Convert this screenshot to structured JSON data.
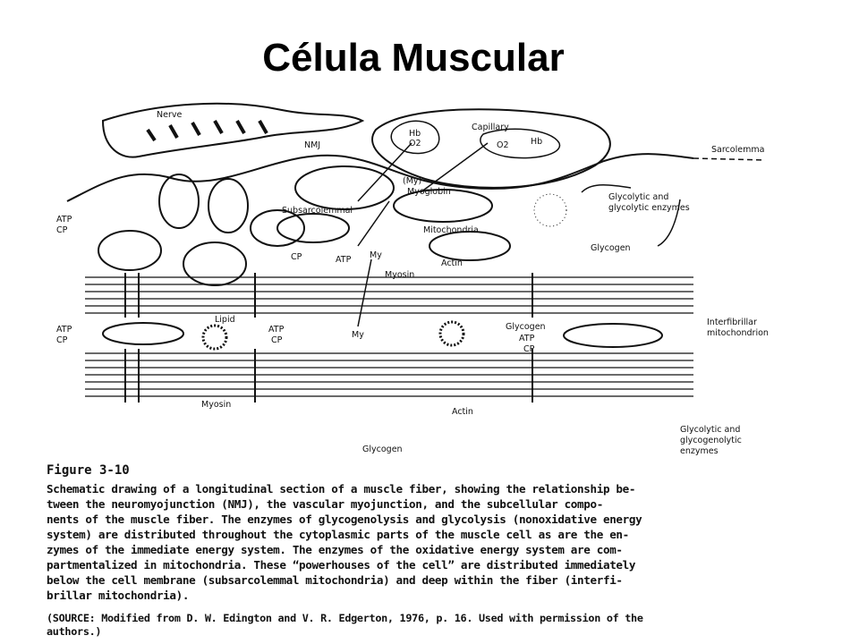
{
  "slide": {
    "title": "Célula Muscular"
  },
  "diagram": {
    "labels": {
      "nerve": "Nerve",
      "nmj": "NMJ",
      "capillary": "Capillary",
      "hb_left": "Hb",
      "o2_left": "O2",
      "o2_right": "O2",
      "hb_right": "Hb",
      "sarcolemma": "Sarcolemma",
      "my_paren": "(My)",
      "myoglobin": "Myoglobin",
      "glycolytic_top_1": "Glycolytic and",
      "glycolytic_top_2": "glycolytic enzymes",
      "atp_top_left": "ATP",
      "cp_top_left": "CP",
      "subsarcolemmal": "Subsarcolemmal",
      "mitochondria": "Mitochondria",
      "glycogen_right": "Glycogen",
      "cp_top": "CP",
      "atp_top": "ATP",
      "my_top": "My",
      "actin_top": "Actin",
      "myosin_top": "Myosin",
      "lipid": "Lipid",
      "atp_mid_left": "ATP",
      "cp_mid_left": "CP",
      "atp_mid": "ATP",
      "cp_mid": "CP",
      "my_mid": "My",
      "glycogen_mid": "Glycogen",
      "atp_mid_right": "ATP",
      "cp_mid_right": "CP",
      "interfibrillar_1": "Interfibrillar",
      "interfibrillar_2": "mitochondrion",
      "myosin_bottom": "Myosin",
      "actin_bottom": "Actin",
      "glycogen_bottom": "Glycogen",
      "glycolytic_bottom_1": "Glycolytic and",
      "glycolytic_bottom_2": "glycogenolytic",
      "glycolytic_bottom_3": "enzymes"
    }
  },
  "figure": {
    "heading": "Figure 3-10",
    "caption": "Schematic drawing of a longitudinal section of a muscle fiber, showing the relationship be-\ntween the neuromyojunction (NMJ), the vascular myojunction, and the subcellular compo-\nnents of the muscle fiber. The enzymes of glycogenolysis and glycolysis (nonoxidative energy\nsystem) are distributed throughout the cytoplasmic parts of the muscle cell as are the en-\nzymes of the immediate energy system. The enzymes of the oxidative energy system are com-\npartmentalized in mitochondria. These “powerhouses of the cell” are distributed immediately\nbelow the cell membrane (subsarcolemmal mitochondria) and deep within the fiber (interfi-\nbrillar mitochondria).",
    "source": "(SOURCE: Modified from D. W. Edington and V. R. Edgerton, 1976, p. 16. Used with permission of the\nauthors.)"
  }
}
